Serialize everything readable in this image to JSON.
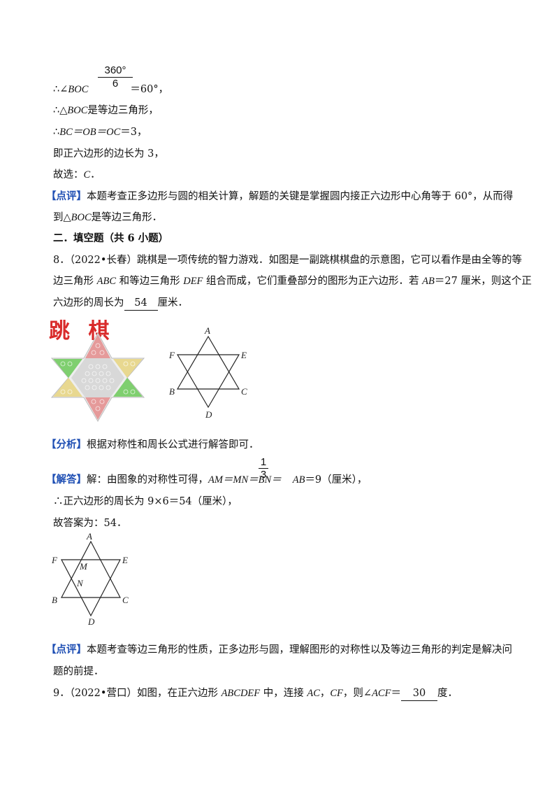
{
  "sol_top": {
    "frac_num": "360°",
    "frac_den": "6",
    "l1_pre": "∴∠",
    "l1_var": "BOC",
    "l1_post": "＝60°，",
    "l2_pre": "∴△",
    "l2_var": "BOC",
    "l2_post": "是等边三角形，",
    "l3_pre": "∴",
    "l3_eq": "BC＝OB＝OC",
    "l3_post": "＝3，",
    "l4": "即正六边形的边长为 3，",
    "l5_pre": "故选：",
    "l5_var": "C",
    "l5_post": "．",
    "review_tag": "【点评】",
    "review_text1": "本题考查正多边形与圆的相关计算，解题的关键是掌握圆内接正六边形中心角等于 60°，从而得",
    "review_text2_pre": "到△",
    "review_text2_var": "BOC",
    "review_text2_post": "是等边三角形．"
  },
  "section": {
    "title": "二．填空题（共 6 小题）"
  },
  "q8": {
    "num": "8．",
    "src": "（2022•长春）",
    "t1": "跳棋是一项传统的智力游戏．如图是一副跳棋棋盘的示意图，它可以看作是由全等的等",
    "t2_a": "边三角形 ",
    "t2_b": "ABC",
    "t2_c": " 和等边三角形 ",
    "t2_d": "DEF",
    "t2_e": " 组合而成，它们重叠部分的图形为正六边形．若 ",
    "t2_f": "AB",
    "t2_g": "＝27 厘米，则这个正",
    "t3_pre": "六边形的周长为",
    "t3_ans": "54",
    "t3_post": "厘米．",
    "board_title": "跳 棋",
    "fig_labels": {
      "A": "A",
      "B": "B",
      "C": "C",
      "D": "D",
      "E": "E",
      "F": "F"
    },
    "analysis_tag": "【分析】",
    "analysis": "根据对称性和周长公式进行解答即可．",
    "solution_tag": "【解答】",
    "sol1_a": "解：由图象的对称性可得，",
    "sol1_b": "AM＝MN＝BN＝",
    "sol1_c": "AB",
    "sol1_d": "＝9（厘米），",
    "frac_num": "1",
    "frac_den": "3",
    "sol2": "∴正六边形的周长为 9×6＝54（厘米），",
    "sol3": "故答案为：54．",
    "fig2_labels": {
      "A": "A",
      "B": "B",
      "C": "C",
      "D": "D",
      "E": "E",
      "F": "F",
      "M": "M",
      "N": "N"
    },
    "review_tag": "【点评】",
    "review1": "本题考查等边三角形的性质，正多边形与圆，理解图形的对称性以及等边三角形的判定是解决问",
    "review2": "题的前提．"
  },
  "q9": {
    "num": "9．",
    "src": "（2022•营口）",
    "t_a": "如图，在正六边形 ",
    "t_b": "ABCDEF",
    "t_c": " 中，连接 ",
    "t_d": "AC",
    "t_e": "，",
    "t_f": "CF",
    "t_g": "，则∠",
    "t_h": "ACF",
    "t_i": "＝",
    "ans": "30",
    "t_j": "度．"
  },
  "colors": {
    "tag": "#1f4fb4",
    "pink": "#e59a9a",
    "green": "#7fcf6f",
    "yellow": "#e8d890",
    "grey": "#d8d8d8"
  }
}
